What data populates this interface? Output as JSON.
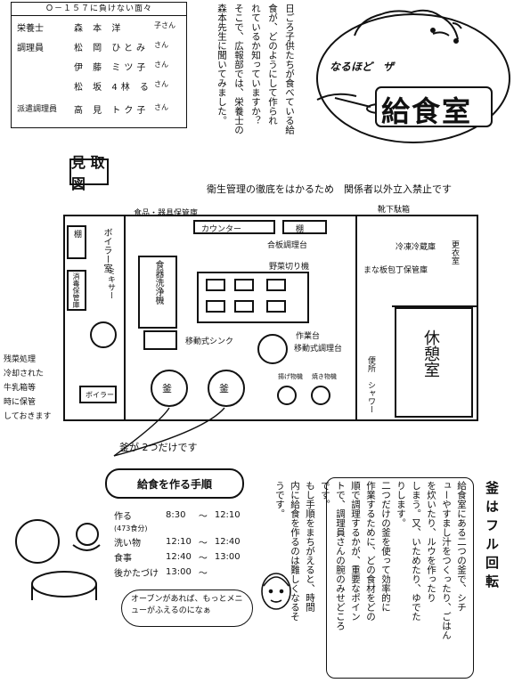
{
  "staff": {
    "heading": "Ｏ－１５７に負けない面々",
    "rows": [
      {
        "role": "栄養士",
        "name": "森 本 洋",
        "suffix": "子さん"
      },
      {
        "role": "調理員",
        "name": "松 岡 ひとみ",
        "suffix": "さん"
      },
      {
        "role": "",
        "name": "伊 藤 ミツ子",
        "suffix": "さん"
      },
      {
        "role": "",
        "name": "松 坂 4林 る",
        "suffix": "さん"
      },
      {
        "role": "派遣調理員",
        "name": "高 見 トク子",
        "suffix": "さん"
      }
    ]
  },
  "intro_columns": [
    "日ごろ子供たちが食べている給",
    "食が、どのようにして作られ",
    "れているか知っていますか？",
    "そこで、広報部では、栄養士の",
    "森本先生に聞いてみました。"
  ],
  "title": {
    "small": "なるほど　ザ",
    "main": "給食室"
  },
  "tour": {
    "heading": "見 取 図",
    "note": "衛生管理の徹底をはかるため　関係者以外立入禁止です"
  },
  "floorplan": {
    "labels": {
      "storage": "食品・器具保管庫",
      "counter": "カウンター",
      "shelf": "棚",
      "top_left_shelf": "棚",
      "boiler_room": "ボイラー室",
      "dish_dryer": "消毒保管庫",
      "food_washing": "食器洗浄機",
      "mixer": "ミキサー",
      "cooking_table": "作業台",
      "sink": "移動式シンク",
      "mobile_table": "移動式調理台",
      "kettle1": "釜",
      "kettle2": "釜",
      "fryer": "揚げ物機",
      "steamer": "焼き物機",
      "boiler": "ボイラー",
      "prep_table": "合板調理台",
      "veg_cutter": "野菜切り機",
      "cutting_board_storage": "まな板包丁保管庫",
      "locker": "更衣室",
      "rest_room": "休憩室",
      "shoes": "靴下駄箱",
      "toilet_shower": "便所 シャワー",
      "anti_fouling": "冷凍冷蔵庫",
      "left_note_1": "残菜処理",
      "left_note_2": "冷却された",
      "left_note_3": "牛乳箱等",
      "left_note_4": "時に保管",
      "left_note_5": "しておきます",
      "thermos": "ボイラー"
    },
    "kettle_note": "釜が 2つだけです"
  },
  "schedule": {
    "heading": "給食を作る手順",
    "rows": [
      {
        "task": "作る",
        "sub": "(473食分)",
        "start": "8:30",
        "end": "12:10"
      },
      {
        "task": "洗い物",
        "sub": "",
        "start": "12:10",
        "end": "12:40"
      },
      {
        "task": "食事",
        "sub": "",
        "start": "12:40",
        "end": "13:00"
      },
      {
        "task": "後かたづけ",
        "sub": "",
        "start": "13:00",
        "end": ""
      }
    ],
    "bubble": "オーブンがあれば、もっとメニューがふえるのになぁ"
  },
  "procedure_columns": [
    "給食室にある二つの釜で、シチ",
    "ューやすまし汁をつくったり、ごはん",
    "を炊いたり、ルウを作ったり",
    "しまう。又、いためたり、ゆでた",
    "りします。",
    "二つだけの釜を使って効率的に",
    "作業するために、どの食材をどの",
    "順で調理するかが、重要なポイン",
    "トで、調理員さんの腕のみせどころ",
    "です。",
    "もし手順をまちがえると、時間",
    "内に給食を作るのは難しくなるそ",
    "うです。"
  ],
  "side_caption": "釜はフル回転"
}
